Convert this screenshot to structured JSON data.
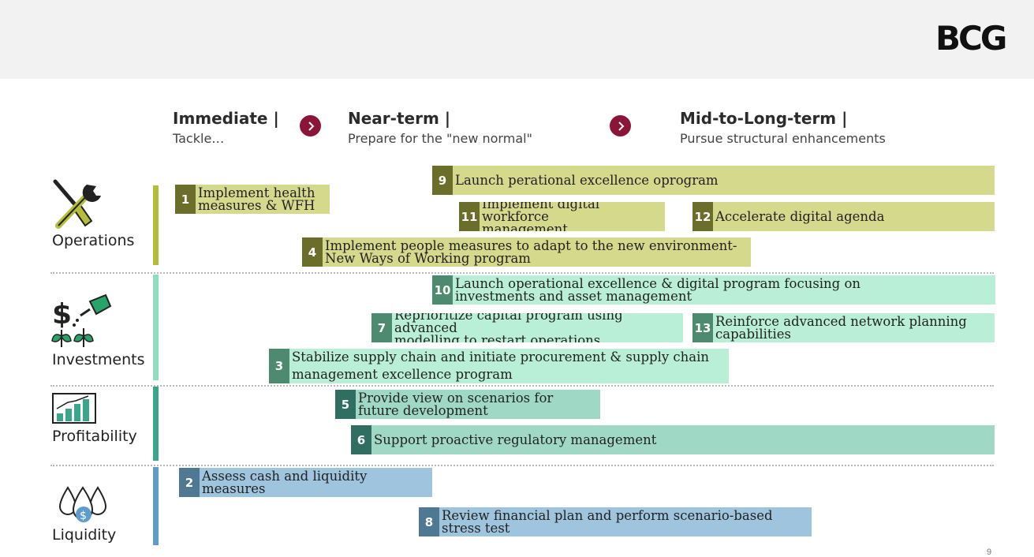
{
  "brand": {
    "logo": "BCG"
  },
  "phases": [
    {
      "title": "Immediate |",
      "subtitle": "Tackle…"
    },
    {
      "title": "Near-term |",
      "subtitle": "Prepare for the \"new normal\""
    },
    {
      "title": "Mid-to-Long-term |",
      "subtitle": "Pursue structural enhancements"
    }
  ],
  "categories": [
    {
      "label": "Operations",
      "icon": "tools-icon",
      "color": "#b5bd3c"
    },
    {
      "label": "Investments",
      "icon": "money-plant-icon",
      "color": "#8ee0bd"
    },
    {
      "label": "Profitability",
      "icon": "growth-chart-icon",
      "color": "#3aa78c"
    },
    {
      "label": "Liquidity",
      "icon": "cash-drops-icon",
      "color": "#5e9ccc"
    }
  ],
  "initiatives": [
    {
      "num": "1",
      "text": "Implement health\nmeasures & WFH",
      "category": "Operations",
      "badge": "#6a6e2a",
      "fill": "#d5d98c"
    },
    {
      "num": "9",
      "text": "Launch perational excellence oprogram",
      "category": "Operations",
      "badge": "#6a6e2a",
      "fill": "#d5d98c"
    },
    {
      "num": "11",
      "text": "Implement digital workforce\nmanagement",
      "category": "Operations",
      "badge": "#6a6e2a",
      "fill": "#d5d98c"
    },
    {
      "num": "12",
      "text": "Accelerate digital agenda",
      "category": "Operations",
      "badge": "#6a6e2a",
      "fill": "#d5d98c"
    },
    {
      "num": "4",
      "text": "Implement people measures to adapt to the new environment-\nNew Ways of Working program",
      "category": "Operations",
      "badge": "#6a6e2a",
      "fill": "#d5d98c"
    },
    {
      "num": "10",
      "text": "Launch operational excellence & digital program focusing on\ninvestments and asset management",
      "category": "Investments",
      "badge": "#4e8a6f",
      "fill": "#b9efd6"
    },
    {
      "num": "7",
      "text": "Reprioritize capital program using advanced\nmodelling to restart operations",
      "category": "Investments",
      "badge": "#4e8a6f",
      "fill": "#b9efd6"
    },
    {
      "num": "13",
      "text": "Reinforce advanced network planning\ncapabilities",
      "category": "Investments",
      "badge": "#4e8a6f",
      "fill": "#b9efd6"
    },
    {
      "num": "3",
      "text": "Stabilize supply chain and initiate procurement & supply chain\nmanagement excellence program",
      "category": "Investments",
      "badge": "#4e8a6f",
      "fill": "#b9efd6"
    },
    {
      "num": "5",
      "text": "Provide view on scenarios for\nfuture development",
      "category": "Profitability",
      "badge": "#2f6e60",
      "fill": "#9fd9c6"
    },
    {
      "num": "6",
      "text": "Support proactive regulatory management",
      "category": "Profitability",
      "badge": "#2f6e60",
      "fill": "#9fd9c6"
    },
    {
      "num": "2",
      "text": "Assess cash and liquidity\nmeasures",
      "category": "Liquidity",
      "badge": "#4f7893",
      "fill": "#9fc5de"
    },
    {
      "num": "8",
      "text": "Review financial plan and perform scenario-based\nstress test",
      "category": "Liquidity",
      "badge": "#4f7893",
      "fill": "#9fc5de"
    }
  ],
  "page_number": "9"
}
